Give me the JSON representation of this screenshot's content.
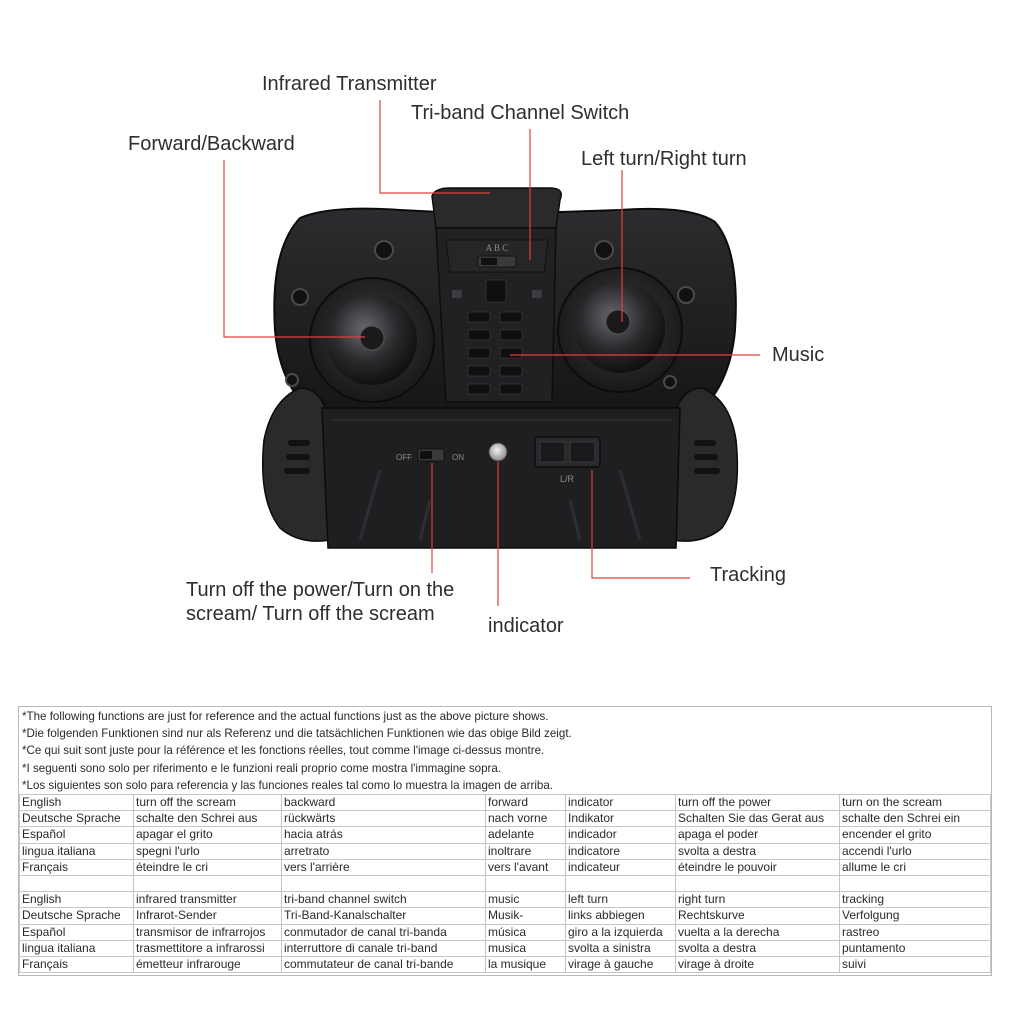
{
  "callouts": {
    "infrared_transmitter": "Infrared Transmitter",
    "tri_band_switch": "Tri-band Channel Switch",
    "forward_backward": "Forward/Backward",
    "left_right_turn": "Left turn/Right turn",
    "music": "Music",
    "tracking": "Tracking",
    "power_scream": "Turn off the power/Turn on the scream/ Turn off the scream",
    "indicator": "indicator"
  },
  "device": {
    "abc_label": "A B C",
    "on_label": "ON",
    "off_label": "OFF",
    "lr_label": "L/R"
  },
  "notes": [
    "*The following functions are just for reference and the actual functions just as the above picture shows.",
    "*Die folgenden Funktionen sind nur als Referenz und die tatsächlichen Funktionen wie das obige Bild zeigt.",
    "*Ce qui suit sont juste pour la référence et les fonctions réelles, tout comme l'image ci-dessus montre.",
    "*I seguenti sono solo per riferimento e le funzioni reali proprio come mostra l'immagine sopra.",
    "*Los siguientes son solo para referencia y las funciones reales tal como lo muestra la imagen de arriba."
  ],
  "table1": [
    [
      "English",
      "turn off the scream",
      "backward",
      "forward",
      "indicator",
      "turn off the power",
      "turn on the scream"
    ],
    [
      "Deutsche Sprache",
      "schalte den Schrei aus",
      "rückwärts",
      "nach vorne",
      "Indikator",
      "Schalten Sie das Gerat aus",
      "schalte den Schrei ein"
    ],
    [
      "Español",
      "apagar el grito",
      "hacia atrás",
      "adelante",
      "indicador",
      "apaga el poder",
      "encender el grito"
    ],
    [
      "lingua italiana",
      "spegni l'urlo",
      "arretrato",
      "inoltrare",
      "indicatore",
      "svolta a destra",
      "accendi l'urlo"
    ],
    [
      "Français",
      "éteindre le cri",
      "vers l'arrière",
      "vers l'avant",
      "indicateur",
      "éteindre le pouvoir",
      "allume le cri"
    ]
  ],
  "table2": [
    [
      "English",
      "infrared transmitter",
      "tri-band channel switch",
      "music",
      "left turn",
      "right turn",
      "tracking"
    ],
    [
      "Deutsche Sprache",
      "Infrarot-Sender",
      "Tri-Band-Kanalschalter",
      "Musik-",
      "links abbiegen",
      "Rechtskurve",
      "Verfolgung"
    ],
    [
      "Español",
      "transmisor de infrarrojos",
      "conmutador de canal tri-banda",
      "música",
      "giro a la izquierda",
      "vuelta a la derecha",
      "rastreo"
    ],
    [
      "lingua italiana",
      "trasmettitore a infrarossi",
      "interruttore di canale tri-band",
      "musica",
      "svolta a sinistra",
      "svolta a destra",
      "puntamento"
    ],
    [
      "Français",
      "émetteur infrarouge",
      "commutateur de canal tri-bande",
      "la musique",
      "virage à gauche",
      "virage à droite",
      "suivi"
    ]
  ],
  "colors": {
    "leader_line": "#e0403a",
    "body": "#1d1d1f",
    "text": "#2e2e2e"
  }
}
